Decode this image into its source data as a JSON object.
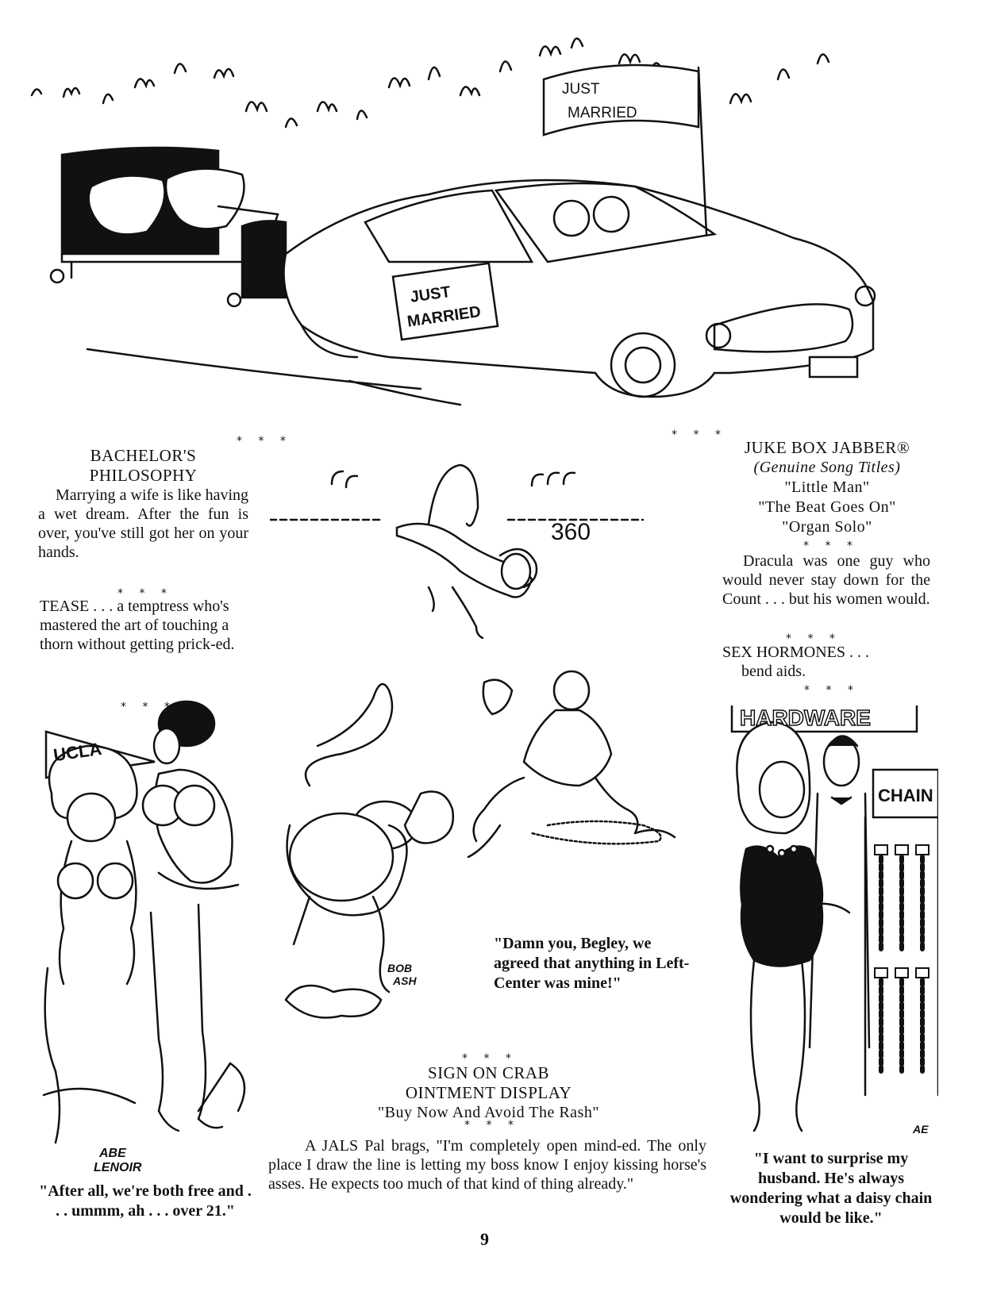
{
  "top_cartoon": {
    "banner_text_line1": "JUST",
    "banner_text_line2": "MARRIED",
    "plate_text_line1": "JUST",
    "plate_text_line2": "MARRIED"
  },
  "left_column": {
    "bachelor": {
      "title_line1": "BACHELOR'S",
      "title_line2": "PHILOSOPHY",
      "text": "Marrying a wife is like having a wet dream. After the fun is over, you've still got her on your hands."
    },
    "tease": {
      "term": "TEASE",
      "text": " . . . a temptress who's mastered the art of touching a thorn without getting prick-ed."
    },
    "cartoon": {
      "pennant": "UCLA",
      "signature_line1": "ABE",
      "signature_line2": "LENOIR",
      "caption": "\"After all, we're both free and . . . ummm, ah . . . over 21.\""
    }
  },
  "center_column": {
    "fence_sign": "360",
    "baseball_caption": "\"Damn you, Begley, we agreed that anything in Left-Center was mine!\"",
    "baseball_signature_line1": "BOB",
    "baseball_signature_line2": "ASH",
    "sign_title_line1": "SIGN ON CRAB",
    "sign_title_line2": "OINTMENT DISPLAY",
    "sign_quote": "\"Buy Now And Avoid The Rash\"",
    "jals_text": "A JALS Pal brags, \"I'm completely open mind-ed. The only place I draw the line is letting my boss know I enjoy kissing horse's asses. He expects too much of that kind of thing already.\""
  },
  "right_column": {
    "jukebox": {
      "title": "JUKE BOX JABBER®",
      "subtitle": "(Genuine Song Titles)",
      "songs": [
        "\"Little Man\"",
        "\"The Beat Goes On\"",
        "\"Organ Solo\""
      ]
    },
    "dracula": "Dracula was one guy who would never stay down for the Count . . . but his women would.",
    "sex_hormones": {
      "term": "SEX HORMONES . . .",
      "text": "bend aids."
    },
    "cartoon": {
      "store_sign": "HARDWARE",
      "chain_sign": "CHAIN",
      "signature": "AE",
      "caption": "\"I want to surprise my husband. He's always wondering what a daisy chain would be like.\""
    }
  },
  "separator": "* * *",
  "page_number": "9"
}
